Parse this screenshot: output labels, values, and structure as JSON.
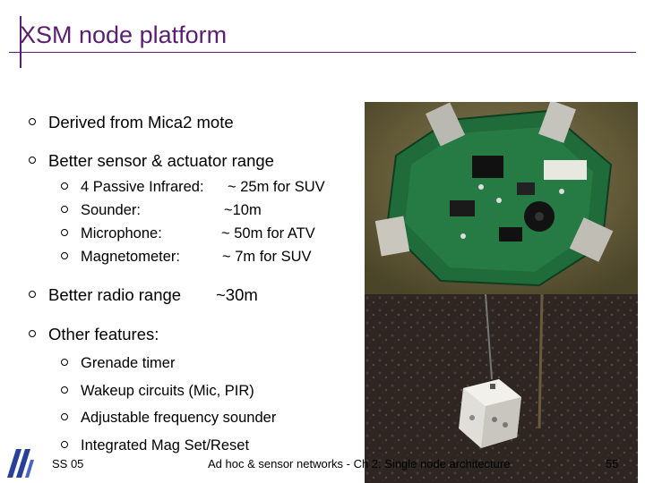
{
  "slide": {
    "title": "XSM node platform",
    "bullets": {
      "derived": "Derived from Mica2 mote",
      "sensor_range": "Better sensor & actuator range",
      "sensors": [
        {
          "name": "4 Passive Infrared:",
          "value": "~ 25m for SUV"
        },
        {
          "name": "Sounder:",
          "value": "~10m"
        },
        {
          "name": "Microphone:",
          "value": "~ 50m for ATV"
        },
        {
          "name": "Magnetometer:",
          "value": "~ 7m for SUV"
        }
      ],
      "radio": "Better radio range",
      "radio_value": "~30m",
      "other": "Other features:",
      "features": [
        "Grenade timer",
        "Wakeup circuits (Mic, PIR)",
        "Adjustable frequency sounder",
        "Integrated Mag Set/Reset"
      ]
    }
  },
  "footer": {
    "left": "SS 05",
    "center": "Ad hoc & sensor networks - Ch 2: Single node architecture",
    "page": "55"
  },
  "colors": {
    "title": "#5a1f6e"
  }
}
